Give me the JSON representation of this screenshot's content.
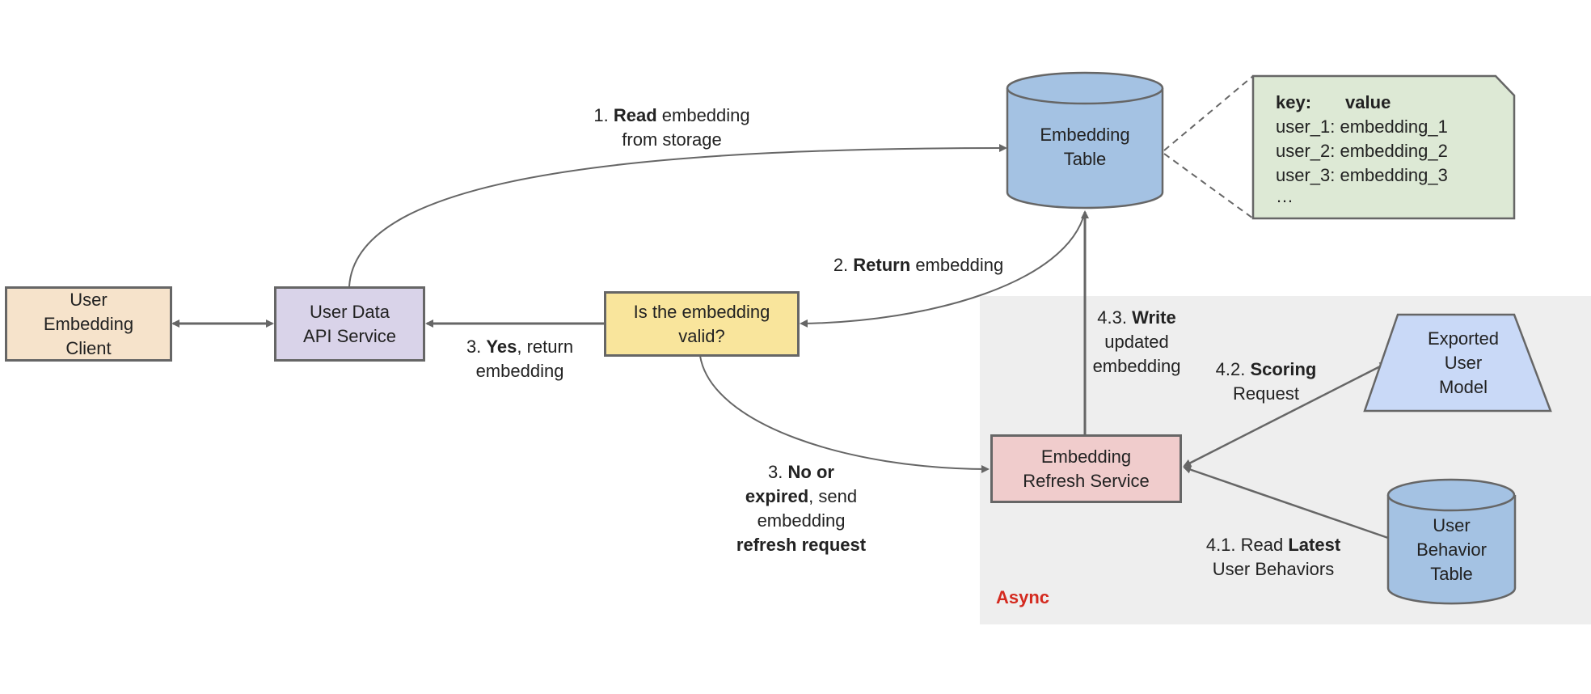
{
  "nodes": {
    "client": {
      "lines": [
        "User",
        "Embedding",
        "Client"
      ],
      "color": "#f6e3cb"
    },
    "api": {
      "lines": [
        "User Data",
        "API Service"
      ],
      "color": "#d9d3e9"
    },
    "valid": {
      "lines": [
        "Is the embedding",
        "valid?"
      ],
      "color": "#f9e59c"
    },
    "embedding_table": {
      "lines": [
        "Embedding",
        "Table"
      ],
      "color": "#a4c2e3"
    },
    "refresh": {
      "lines": [
        "Embedding",
        "Refresh Service"
      ],
      "color": "#f0cccc"
    },
    "model": {
      "lines": [
        "Exported",
        "User",
        "Model"
      ],
      "color": "#c9d9f7"
    },
    "behavior_table": {
      "lines": [
        "User",
        "Behavior",
        "Table"
      ],
      "color": "#a4c2e3"
    }
  },
  "note": {
    "header_key": "key:",
    "header_value": "value",
    "rows": [
      "user_1: embedding_1",
      "user_2: embedding_2",
      "user_3: embedding_3",
      "…"
    ],
    "color": "#dde9d5"
  },
  "edges": {
    "e1": {
      "num": "1.",
      "bold": "Read",
      "rest": "embedding",
      "line2": "from storage"
    },
    "e2": {
      "num": "2.",
      "bold": "Return",
      "rest": "embedding"
    },
    "e3yes": {
      "num": "3.",
      "bold": "Yes",
      "rest": ", return",
      "line2": "embedding"
    },
    "e3no": {
      "num": "3.",
      "bold1": "No or",
      "bold2": "expired",
      "rest2": ", send",
      "line3": "embedding",
      "bold4": "refresh request"
    },
    "e43": {
      "num": "4.3.",
      "bold": "Write",
      "line2": "updated",
      "line3": "embedding"
    },
    "e42": {
      "num": "4.2.",
      "bold": "Scoring",
      "line2": "Request"
    },
    "e41": {
      "pre": "4.1. Read",
      "bold": "Latest",
      "line2": "User Behaviors"
    }
  },
  "async_region": {
    "label": "Async",
    "label_color": "#d42a1f",
    "bg": "#eeeeee"
  }
}
